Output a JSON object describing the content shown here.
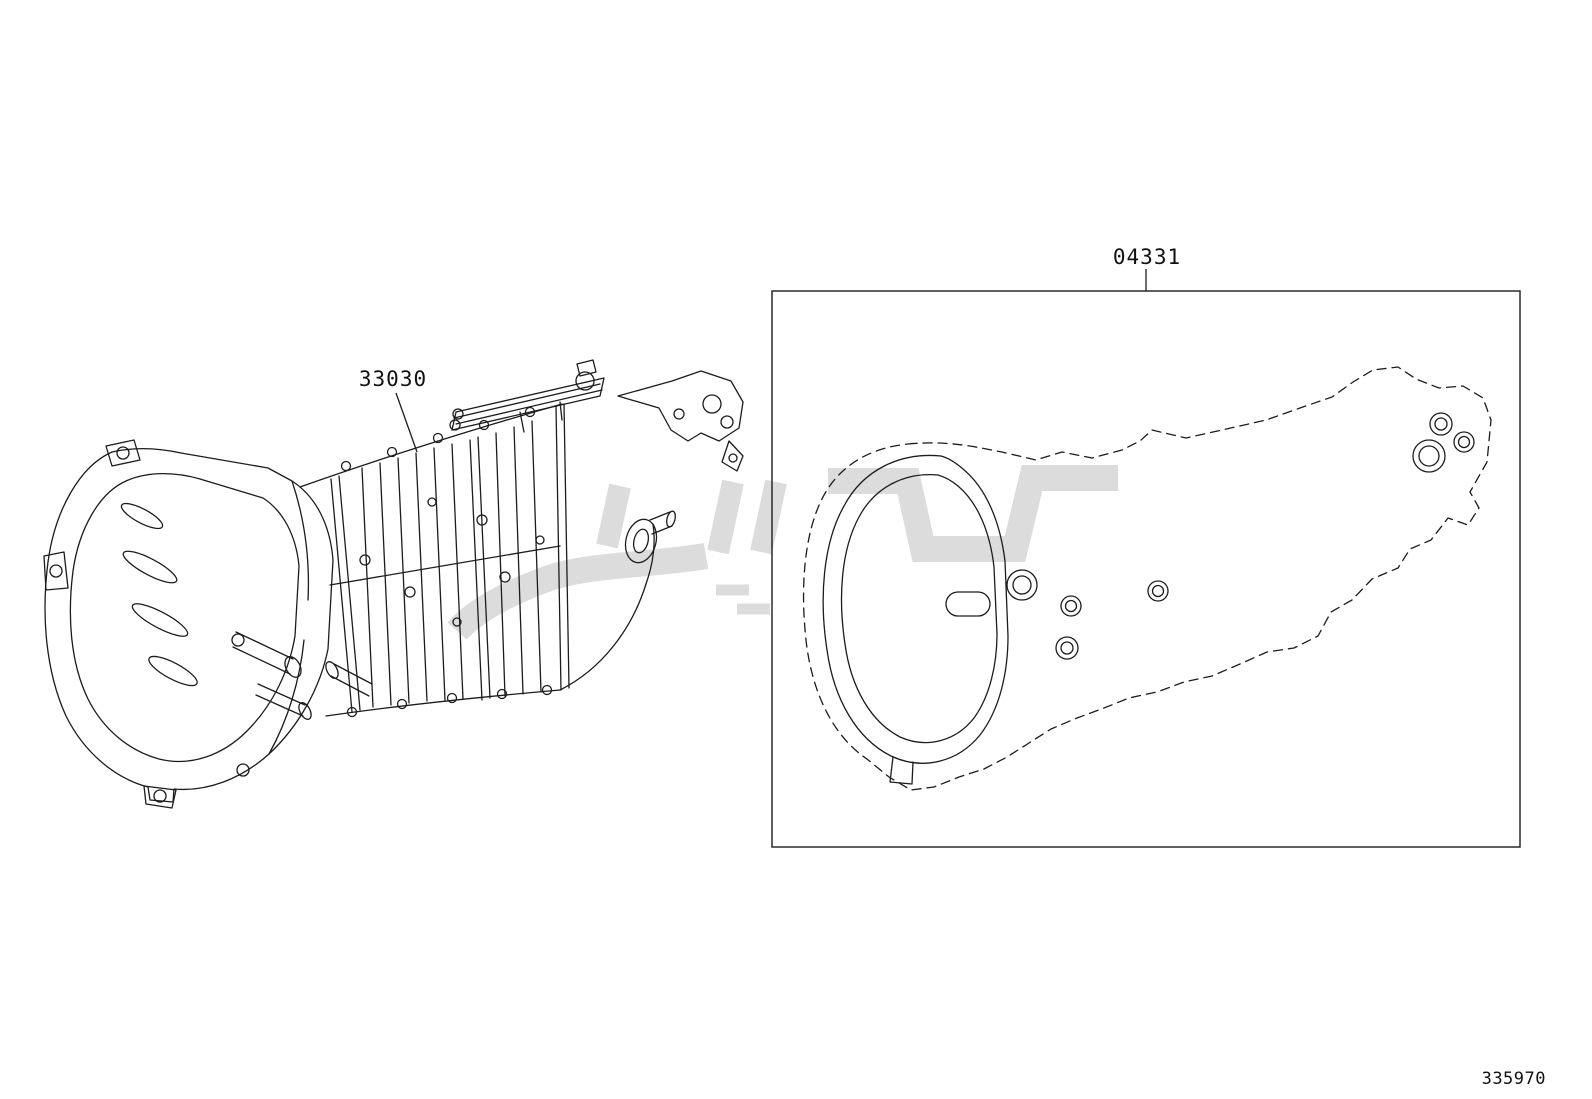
{
  "parts": {
    "transmission": {
      "number": "33030"
    },
    "gasket_kit": {
      "number": "04331"
    }
  },
  "figure": {
    "code": "335970"
  },
  "colors": {
    "line": "#1c1c1c",
    "box": "#2a2a2a",
    "watermark": "#d9d9d9",
    "background": "#ffffff"
  }
}
